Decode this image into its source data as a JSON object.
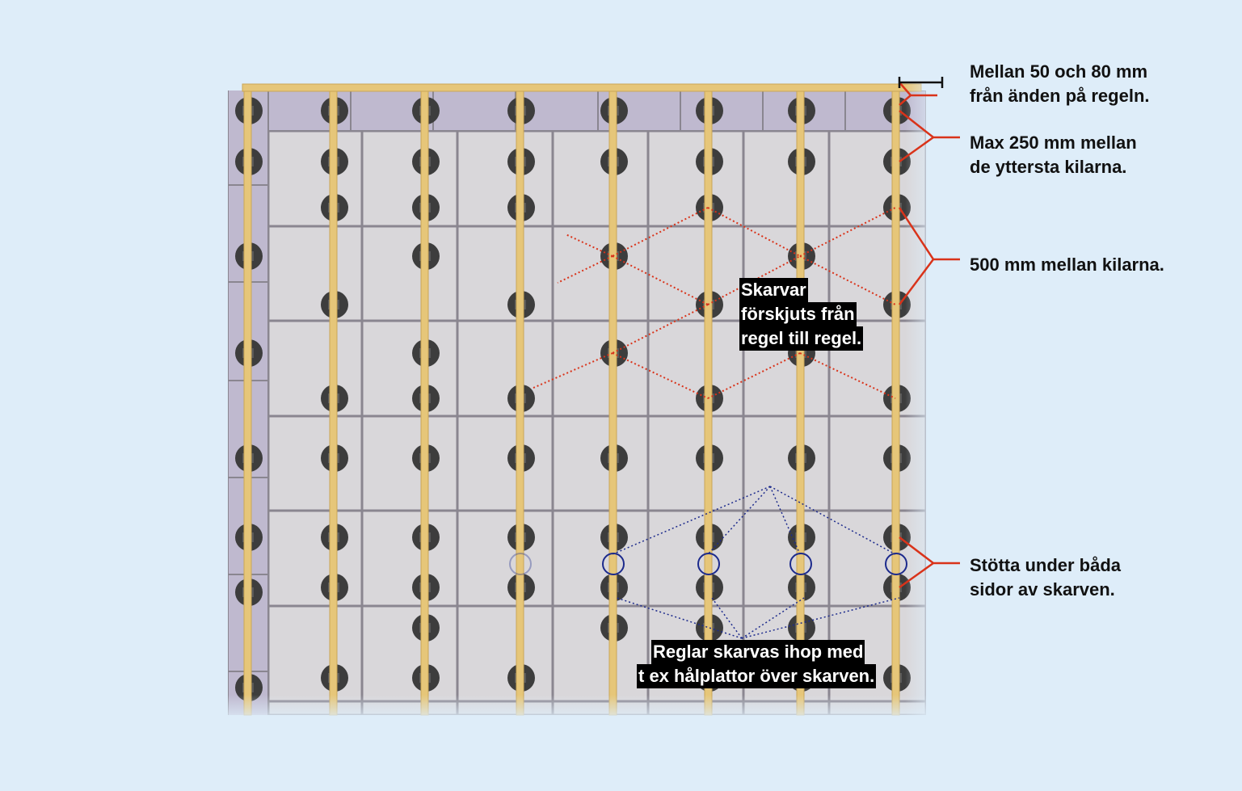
{
  "colors": {
    "background": "#deedf9",
    "stud": "#e6c679",
    "insulation": "#d9d7da",
    "insulation_edge": "#bfb9cf",
    "annotation_red": "#d9331a",
    "annotation_blue": "#1c2a8c",
    "wedge": "#3d3d3d"
  },
  "annotations": {
    "end_distance": [
      "Mellan 50 och 80 mm",
      "från änden på regeln."
    ],
    "max_outer": [
      "Max 250 mm mellan",
      "de yttersta kilarna."
    ],
    "spacing": [
      "500 mm mellan kilarna."
    ],
    "support": [
      "Stötta under båda",
      "sidor av skarven."
    ]
  },
  "callouts": {
    "joints_offset": [
      "Skarvar",
      "förskjuts från",
      "regel till regel."
    ],
    "joined": [
      "Reglar skarvas ihop med",
      "t ex hålplattor över skarven."
    ]
  }
}
